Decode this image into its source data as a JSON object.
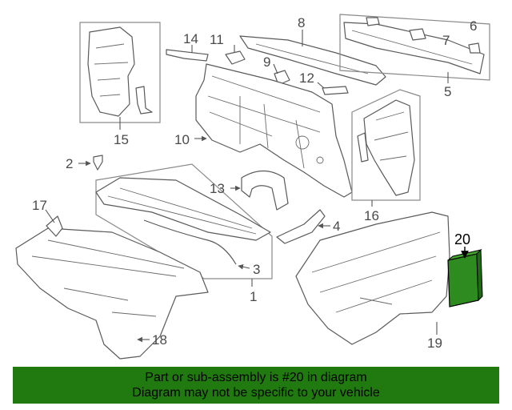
{
  "callouts": [
    "1",
    "2",
    "3",
    "4",
    "5",
    "6",
    "7",
    "8",
    "9",
    "10",
    "11",
    "12",
    "13",
    "14",
    "15",
    "16",
    "17",
    "18",
    "19",
    "20"
  ],
  "banner": {
    "line1": "Part or sub-assembly is #20 in diagram",
    "line2": "Diagram may not be specific to your vehicle"
  },
  "colors": {
    "banner": "#217a10",
    "highlight_part": "#2e8b1f"
  }
}
